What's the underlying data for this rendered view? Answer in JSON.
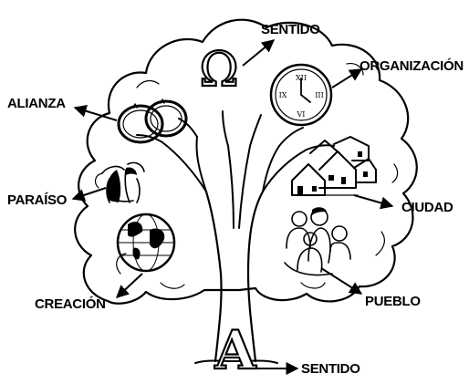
{
  "labels": {
    "sentido_top": "SENTIDO",
    "organizacion": "ORGANIZACIÓN",
    "alianza": "ALIANZA",
    "paraiso": "PARAÍSO",
    "ciudad": "CIUDAD",
    "creacion": "CREACIÓN",
    "pueblo": "PUEBLO",
    "sentido_bottom": "SENTIDO"
  },
  "symbols": {
    "omega": "Ω",
    "alpha": "A",
    "clock_numerals": [
      "XII",
      "III",
      "VI",
      "IX"
    ]
  },
  "colors": {
    "ink": "#000000",
    "background": "#ffffff"
  }
}
